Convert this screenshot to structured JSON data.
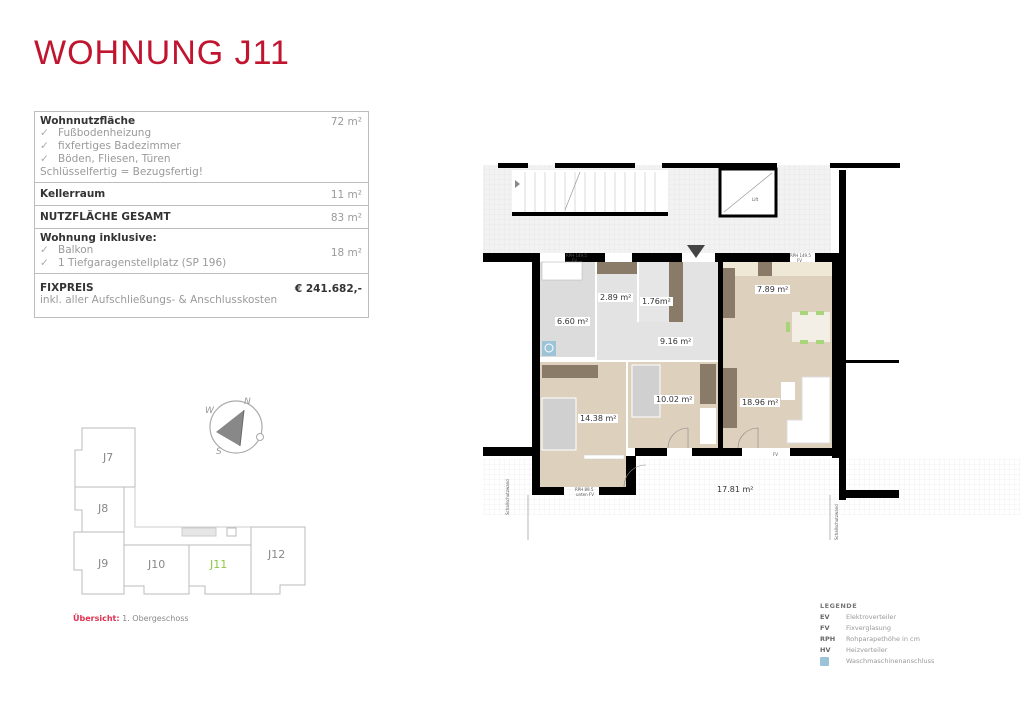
{
  "header": {
    "title": "WOHNUNG J11"
  },
  "info": {
    "wohnnutzflaeche": {
      "label": "Wohnnutzfläche",
      "value": "72 m²",
      "features": [
        "Fußbodenheizung",
        "fixfertiges Badezimmer",
        "Böden, Fliesen, Türen"
      ],
      "note": "Schlüsselfertig = Bezugsfertig!"
    },
    "kellerraum": {
      "label": "Kellerraum",
      "value": "11 m²"
    },
    "gesamt": {
      "label": "NUTZFLÄCHE GESAMT",
      "value": "83 m²"
    },
    "inklusive": {
      "label": "Wohnung inklusive:",
      "value": "18 m²",
      "features": [
        "Balkon",
        "1 Tiefgaragenstellplatz (SP 196)"
      ]
    },
    "preis": {
      "label": "FIXPREIS",
      "value": "€ 241.682,-",
      "note": "inkl. aller Aufschließungs- & Anschlusskosten"
    }
  },
  "overview": {
    "label": "Übersicht:",
    "floor": "1. Obergeschoss",
    "units": [
      "J7",
      "J8",
      "J9",
      "J10",
      "J11",
      "J12"
    ],
    "highlight": "J11",
    "highlight_color": "#8cc63f",
    "compass": [
      "N",
      "W",
      "S"
    ]
  },
  "plan": {
    "rooms": [
      "6.60 m²",
      "2.89 m²",
      "1.76m²",
      "9.16 m²",
      "7.89 m²",
      "10.02 m²",
      "14.38 m²",
      "18.96 m²",
      "17.81 m²"
    ],
    "annotations": {
      "rph_top_left": "RPH 149.5",
      "fv_top_left": "FV",
      "rph_top_right": "RPH 149.5",
      "fv_top_right": "FV",
      "rph_bottom": "RPH 89.5",
      "fv_bottom": "unten FV",
      "fv_living": "FV",
      "lift": "Lift",
      "wall_left": "Schallschutzwand",
      "wall_right": "Schallschutzwand"
    }
  },
  "legend": {
    "title": "LEGENDE",
    "items": [
      {
        "key": "EV",
        "label": "Elektroverteiler"
      },
      {
        "key": "FV",
        "label": "Fixverglasung"
      },
      {
        "key": "RPH",
        "label": "Rohparapethöhe in cm"
      },
      {
        "key": "HV",
        "label": "Heizverteiler"
      },
      {
        "key": "washer-icon",
        "label": "Waschmaschinenanschluss"
      }
    ]
  },
  "colors": {
    "title": "#c0142f",
    "room_tan": "#ddd0bd",
    "room_gray": "#dcdcdc",
    "wall": "#000000",
    "furniture": "#8a7a68"
  }
}
